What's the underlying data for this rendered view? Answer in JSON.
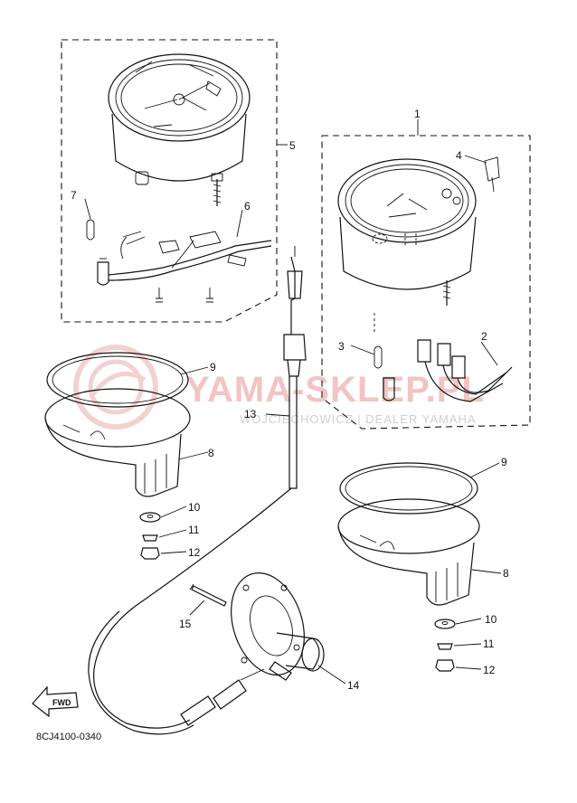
{
  "callouts": {
    "c1": "1",
    "c2": "2",
    "c3": "3",
    "c4": "4",
    "c5": "5",
    "c6": "6",
    "c7": "7",
    "c8a": "8",
    "c8b": "8",
    "c9a": "9",
    "c9b": "9",
    "c10a": "10",
    "c10b": "10",
    "c11a": "11",
    "c11b": "11",
    "c12a": "12",
    "c12b": "12",
    "c13": "13",
    "c14": "14",
    "c15": "15"
  },
  "fwd_label": "FWD",
  "diagram_code": "8CJ4100-0340",
  "watermark": {
    "main": "YAMA-SKLEP.PL",
    "sub": "WOJCIECHOWICZ | DEALER YAMAHA"
  }
}
